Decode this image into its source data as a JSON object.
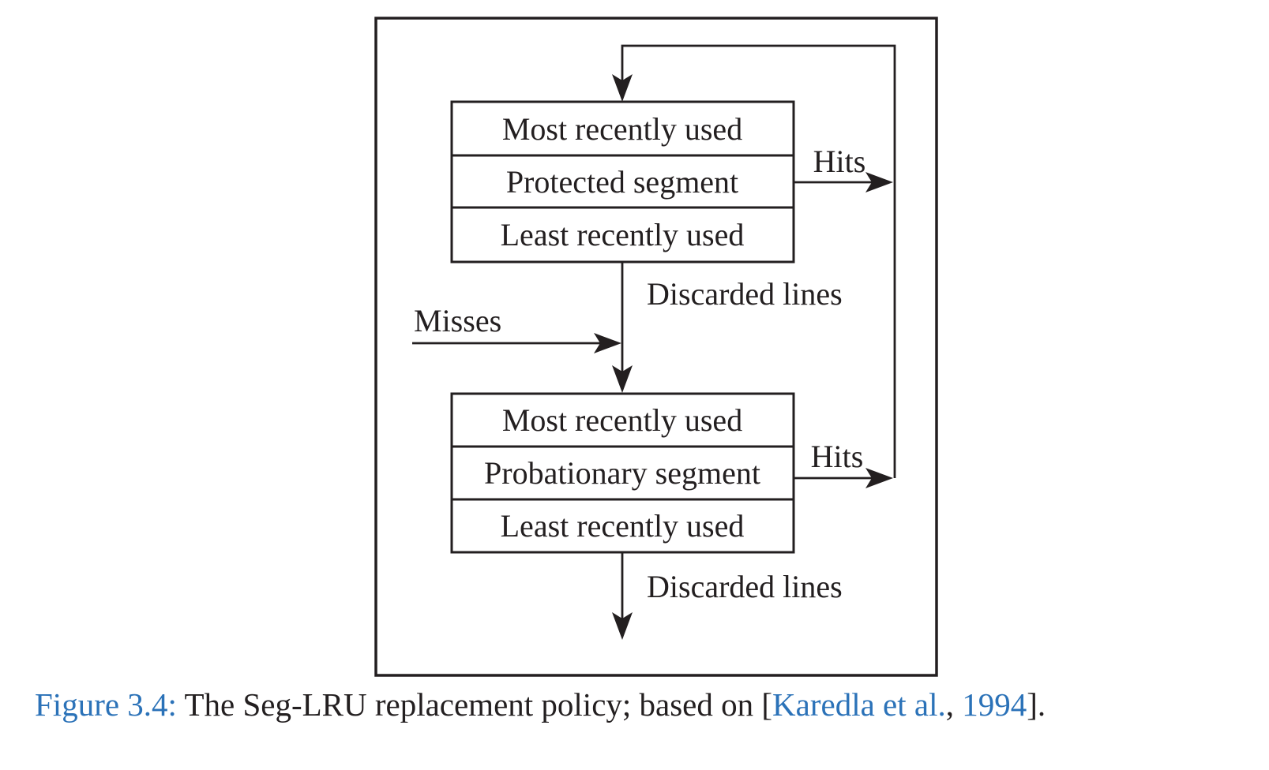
{
  "figure": {
    "caption": {
      "figure_label": "Figure 3.4:",
      "body": " The Seg-LRU replacement policy; based on [",
      "citation": "Karedla et al.",
      "separator": ", ",
      "year": "1994",
      "suffix": "]."
    },
    "diagram": {
      "protected_segment": {
        "rows": [
          "Most recently used",
          "Protected segment",
          "Least recently used"
        ]
      },
      "probationary_segment": {
        "rows": [
          "Most recently used",
          "Probationary segment",
          "Least recently used"
        ]
      },
      "labels": {
        "hits_top": "Hits",
        "hits_bottom": "Hits",
        "discarded_top": "Discarded lines",
        "misses": "Misses",
        "discarded_bottom": "Discarded lines"
      }
    },
    "colors": {
      "line": "#231f20",
      "text": "#231f20",
      "link": "#2b72b8",
      "background": "#ffffff"
    }
  }
}
